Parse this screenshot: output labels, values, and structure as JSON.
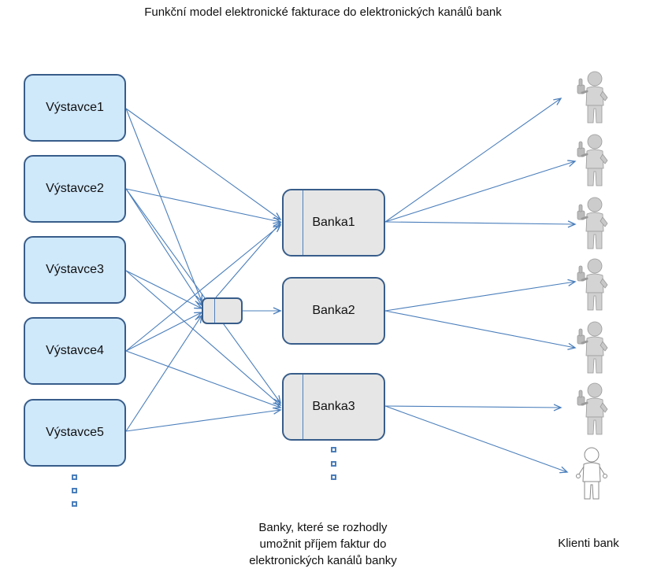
{
  "title": "Funkční model elektronické fakturace do elektronických kanálů bank",
  "issuers": [
    "Výstavce1",
    "Výstavce2",
    "Výstavce3",
    "Výstavce4",
    "Výstavce5"
  ],
  "banks": [
    "Banka1",
    "Banka2",
    "Banka3"
  ],
  "banks_caption": [
    "Banky, které se rozhodly",
    "umožnit příjem faktur do",
    "elektronických kanálů banky"
  ],
  "clients_caption": "Klienti bank",
  "colors": {
    "issuer_fill": "#cfe8fa",
    "bank_fill": "#e6e6e6",
    "border": "#385d8a",
    "arrow": "#4a7ebb"
  },
  "icons": {
    "client_active": "thumbs-up-person-icon",
    "client_inactive": "white-person-icon",
    "ellipsis": "vertical-squares-ellipsis-icon"
  }
}
